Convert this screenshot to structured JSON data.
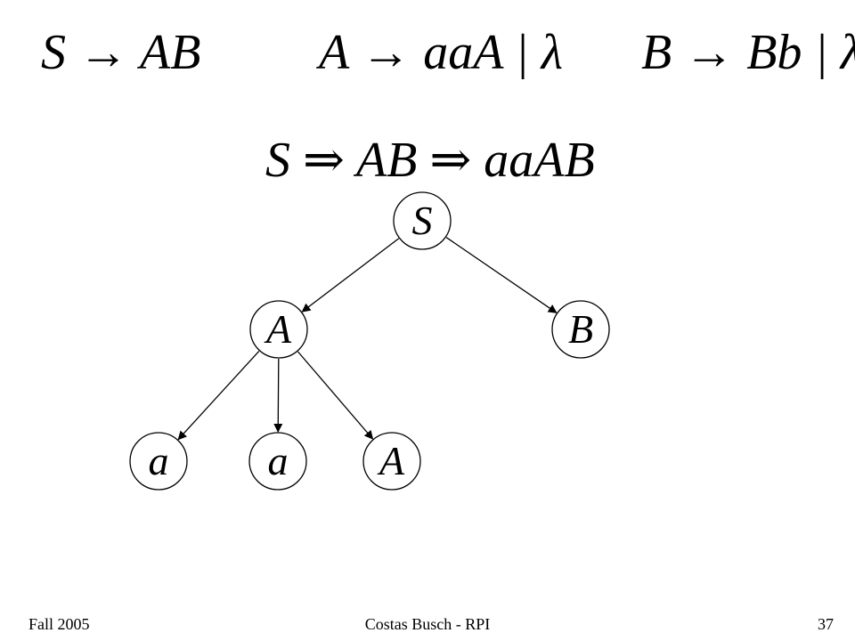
{
  "grammar": {
    "rules": [
      "S → AB",
      "A → aaA | λ",
      "B → Bb | λ"
    ]
  },
  "derivation": "S ⇒ AB ⇒ aaAB",
  "tree": {
    "nodes": [
      {
        "id": "S",
        "label": "S"
      },
      {
        "id": "A1",
        "label": "A"
      },
      {
        "id": "B",
        "label": "B"
      },
      {
        "id": "a1",
        "label": "a"
      },
      {
        "id": "a2",
        "label": "a"
      },
      {
        "id": "A2",
        "label": "A"
      }
    ],
    "edges": [
      [
        "S",
        "A1"
      ],
      [
        "S",
        "B"
      ],
      [
        "A1",
        "a1"
      ],
      [
        "A1",
        "a2"
      ],
      [
        "A1",
        "A2"
      ]
    ]
  },
  "footer": {
    "left": "Fall 2005",
    "center": "Costas Busch - RPI",
    "right": "37"
  }
}
